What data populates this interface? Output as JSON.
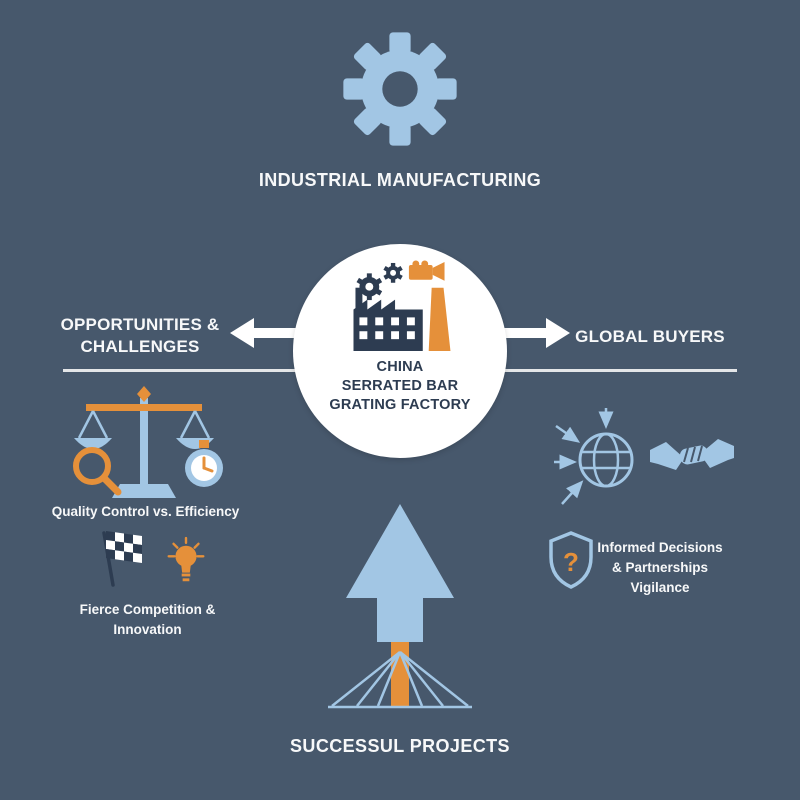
{
  "colors": {
    "background": "#47586c",
    "light_blue": "#a2c6e4",
    "orange": "#e5903a",
    "navy": "#2d3c51",
    "white": "#f7f8f9",
    "divider": "#e4e6e8"
  },
  "top_node": {
    "icon": "gear-icon",
    "label": "INDUSTRIAL MANUFACTURING"
  },
  "center_node": {
    "icon": "factory-icon",
    "lines": [
      "CHINA",
      "SERRATED BAR",
      "GRATING FACTORY"
    ]
  },
  "left_node": {
    "lines": [
      "OPPORTUNITIES &",
      "CHALLENGES"
    ],
    "items": [
      {
        "icons": [
          "balance-scale-icon",
          "magnifier-icon",
          "stopwatch-icon"
        ],
        "label": "Quality Control vs. Efficiency"
      },
      {
        "icons": [
          "checkered-flag-icon",
          "lightbulb-icon"
        ],
        "lines": [
          "Fierce Competition &",
          "Innovation"
        ]
      }
    ]
  },
  "right_node": {
    "label": "GLOBAL BUYERS",
    "items": [
      {
        "icons": [
          "globe-arrows-icon",
          "handshake-icon",
          "shield-question-icon"
        ],
        "shield_mark": "?",
        "lines": [
          "Informed Decisions",
          "& Partnerships",
          "Vigilance"
        ]
      }
    ]
  },
  "bottom_node": {
    "icon": "upward-arrow-pylon-icon",
    "label": "SUCCESSUL PROJECTS"
  }
}
